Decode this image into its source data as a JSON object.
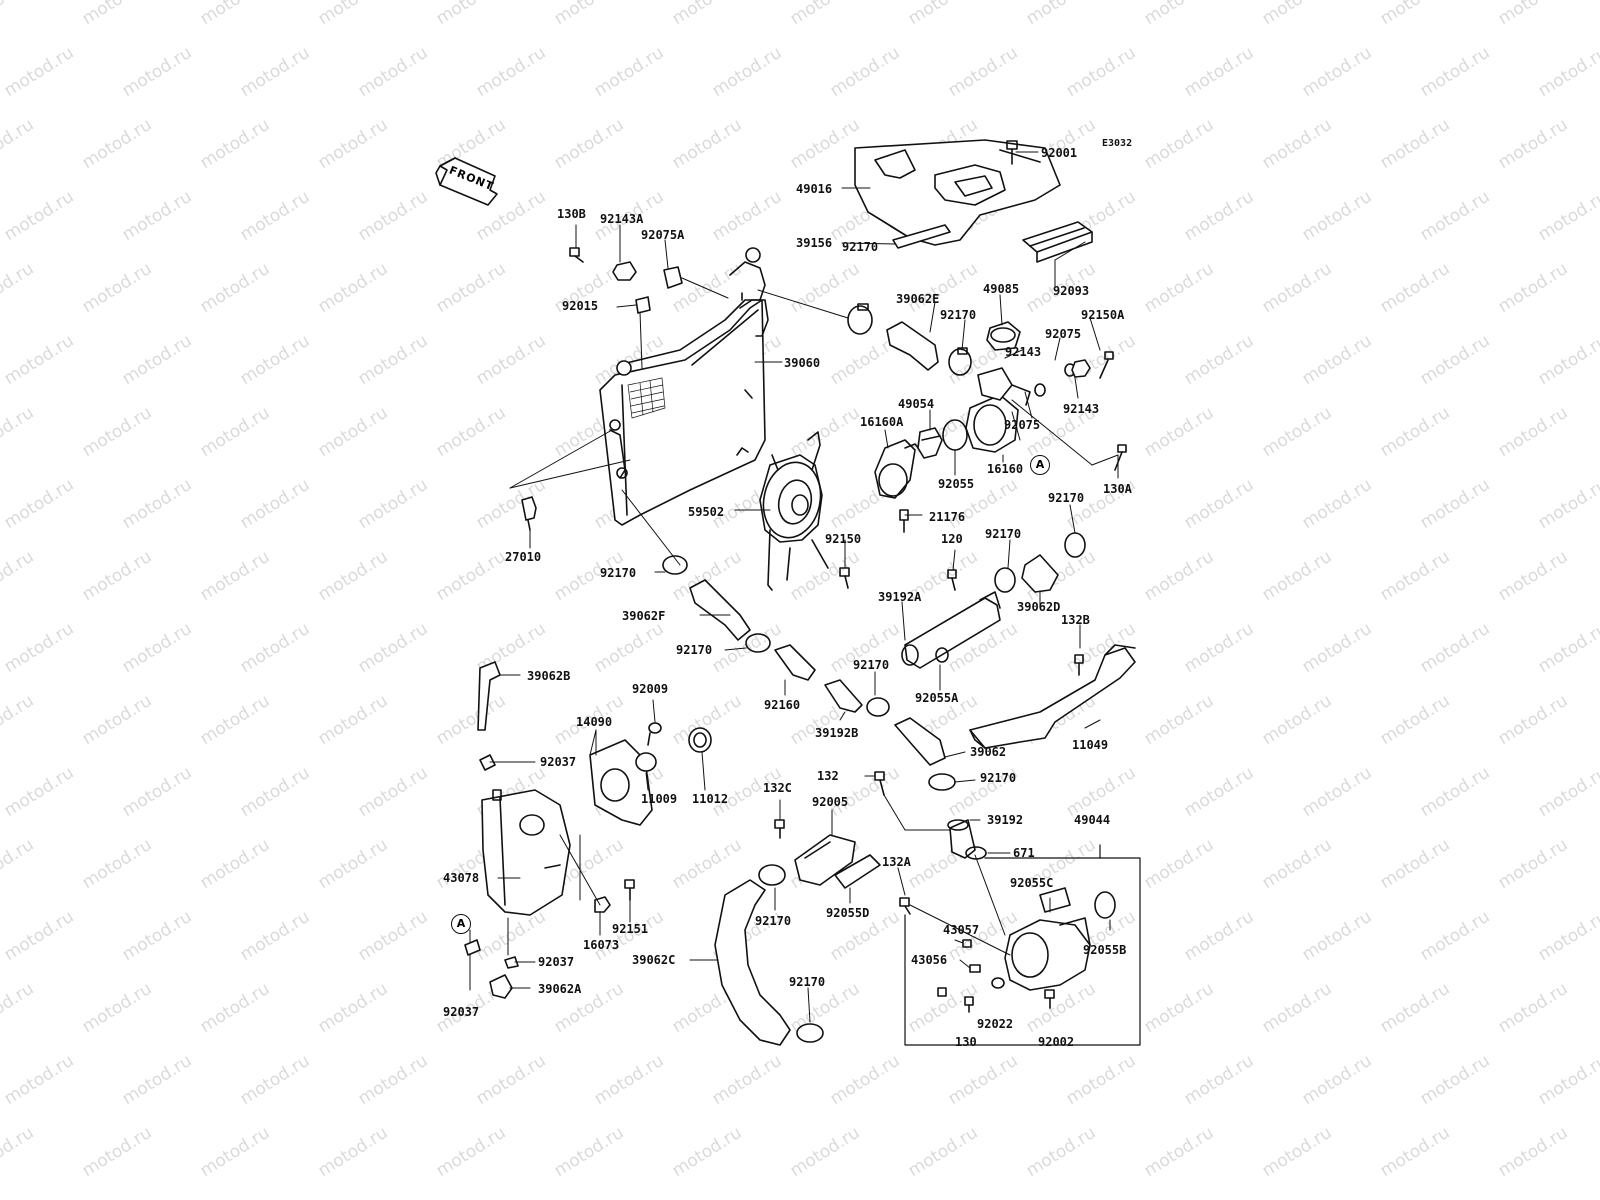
{
  "drawing_code": "E3032",
  "front_label": "FRONT",
  "callouts": [
    "A",
    "A"
  ],
  "watermark_text": "motod.ru",
  "parts": {
    "p92001": "92001",
    "p49016": "49016",
    "p39156": "39156",
    "p92093": "92093",
    "p130B": "130B",
    "p92143A": "92143A",
    "p92075A": "92075A",
    "p92015": "92015",
    "p92170_a": "92170",
    "p39062E": "39062E",
    "p92170_b": "92170",
    "p49085": "49085",
    "p92150A": "92150A",
    "p92075_a": "92075",
    "p92143_a": "92143",
    "p92143_b": "92143",
    "p92075_b": "92075",
    "p39060": "39060",
    "p49054": "49054",
    "p16160A": "16160A",
    "p92055": "92055",
    "p16160": "16160",
    "p130A": "130A",
    "p27010": "27010",
    "p59502": "59502",
    "p21176": "21176",
    "p92170_c": "92170",
    "p92150": "92150",
    "p120": "120",
    "p92170_d": "92170",
    "p92170_e": "92170",
    "p39062D": "39062D",
    "p39062F": "39062F",
    "p39192A": "39192A",
    "p132B": "132B",
    "p92170_f": "92170",
    "p92170_g": "92170",
    "p92055A": "92055A",
    "p39062B": "39062B",
    "p92009": "92009",
    "p92160": "92160",
    "p14090": "14090",
    "p39192B": "39192B",
    "p11049": "11049",
    "p39062": "39062",
    "p92037_a": "92037",
    "p11012": "11012",
    "p11009": "11009",
    "p132": "132",
    "p92170_h": "92170",
    "p132C": "132C",
    "p92005": "92005",
    "p39192": "39192",
    "p49044": "49044",
    "p671": "671",
    "p43078": "43078",
    "p132A": "132A",
    "p92055C": "92055C",
    "p92055D": "92055D",
    "p92170_i": "92170",
    "p16073": "16073",
    "p92151": "92151",
    "p43057": "43057",
    "p92055B": "92055B",
    "p92037_b": "92037",
    "p39062C": "39062C",
    "p43056": "43056",
    "p39062A": "39062A",
    "p92170_j": "92170",
    "p92022": "92022",
    "p92037_c": "92037",
    "p130": "130",
    "p92002": "92002"
  }
}
